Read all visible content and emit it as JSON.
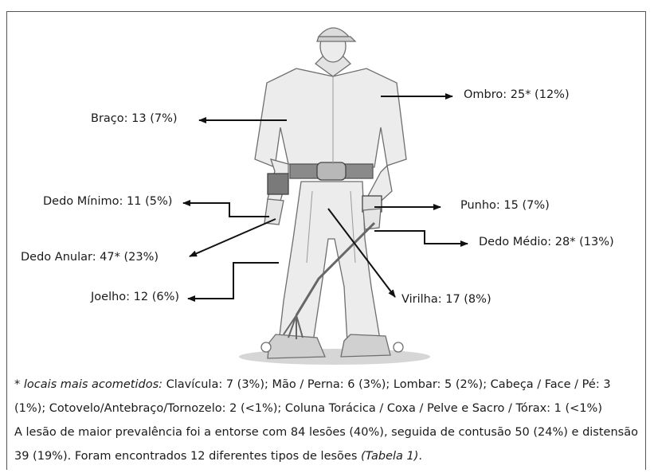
{
  "labels": {
    "ombro": "Ombro: 25* (12%)",
    "braco": "Braço: 13 (7%)",
    "dedo_minimo": "Dedo Mínimo: 11 (5%)",
    "punho": "Punho: 15 (7%)",
    "dedo_medio": "Dedo Médio: 28* (13%)",
    "dedo_anular": "Dedo Anular: 47* (23%)",
    "joelho": "Joelho: 12 (6%)",
    "virilha": "Virilha: 17 (8%)"
  },
  "caption": {
    "note_prefix": "* locais mais acometidos:",
    "note_line1": " Clavícula: 7 (3%); Mão / Perna: 6 (3%); Lombar: 5 (2%); Cabeça / Face / Pé: 3",
    "note_line2": "(1%); Cotovelo/Antebraço/Tornozelo: 2 (<1%); Coluna Torácica / Coxa / Pelve e Sacro / Tórax: 1 (<1%)",
    "para_line1": "A lesão de maior prevalência foi a entorse com 84 lesões (40%), seguida de contusão 50 (24%) e distensão",
    "para_line2_start": "39 (19%). Foram encontrados 12 diferentes tipos de lesões ",
    "para_line2_italic": "(Tabela 1)",
    "para_line2_end": "."
  },
  "colors": {
    "line": "#111111",
    "figure_outline": "#6e6e6e",
    "figure_fill": "#ececec",
    "figure_shade": "#c9c9c9",
    "buckle": "#9a9a9a"
  }
}
